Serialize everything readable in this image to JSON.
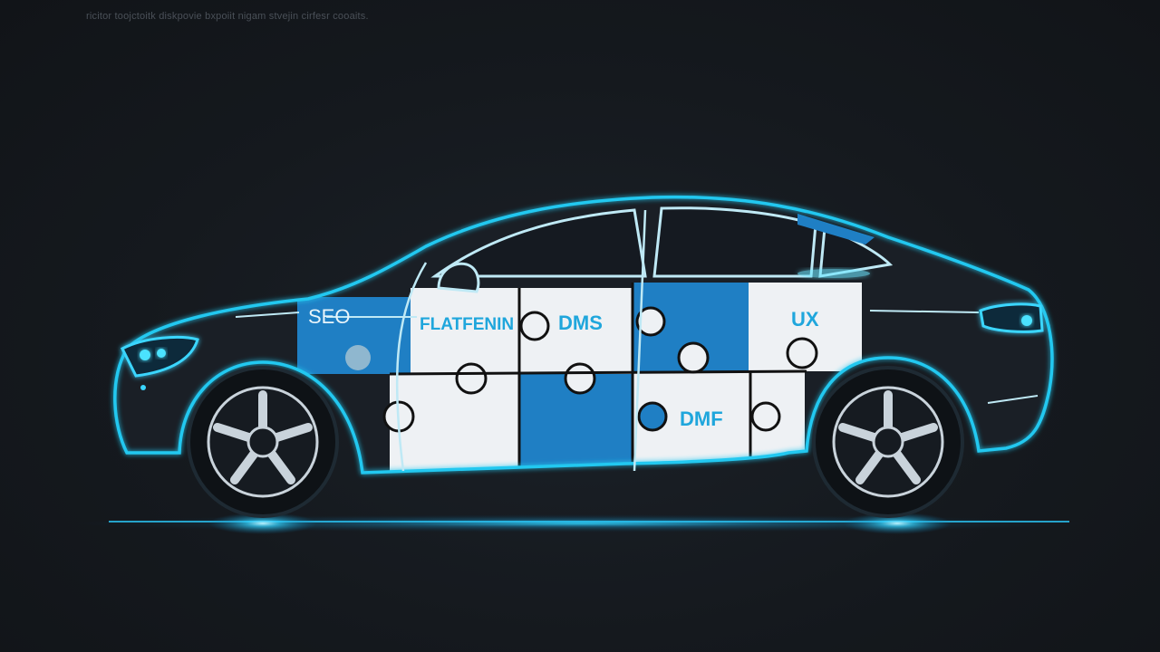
{
  "caption": "ricitor toojctoitk diskpovie bxpoiit nigam stvejin cirfesr cooaits.",
  "labels": {
    "seo": "SEO",
    "platform": "FLATFENIN",
    "dms": "DMS",
    "ux": "UX",
    "dmf": "DMF"
  },
  "colors": {
    "background": "#14181d",
    "glow": "#22c8f0",
    "body_outline": "#9fe4f5",
    "puzzle_blue": "#1f7fc4",
    "puzzle_white": "#eef1f4",
    "label_blue": "#1fa6dc",
    "car_body": "#1a1f26"
  }
}
